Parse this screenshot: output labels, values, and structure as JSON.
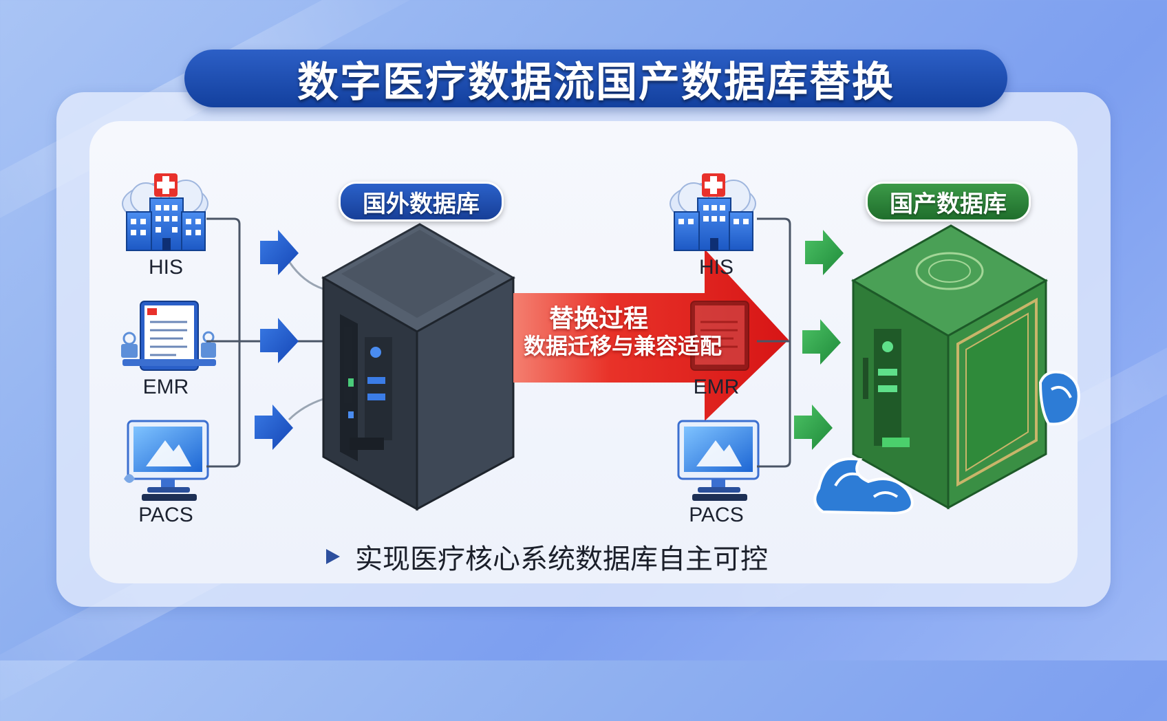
{
  "title": "数字医疗数据流国产数据库替换",
  "foreign_db_label": "国外数据库",
  "domestic_db_label": "国产数据库",
  "process": {
    "title": "替换过程",
    "subtitle": "数据迁移与兼容适配"
  },
  "left_systems": {
    "his": "HIS",
    "emr": "EMR",
    "pacs": "PACS"
  },
  "right_systems": {
    "his": "HIS",
    "emr": "EMR",
    "pacs": "PACS"
  },
  "footer": {
    "text": "实现医疗核心系统数据库自主可控"
  },
  "colors": {
    "title_blue": "#1a46a8",
    "foreign_server": "#3a4452",
    "domestic_server": "#2f8a3c",
    "process_arrow": "#e01010",
    "flow_arrow_blue": "#1e56c8",
    "flow_arrow_green": "#2ea24a"
  },
  "icons": [
    "hospital-icon",
    "emr-tablet-icon",
    "pacs-monitor-icon",
    "server-icon",
    "cloud-wave-icon"
  ]
}
